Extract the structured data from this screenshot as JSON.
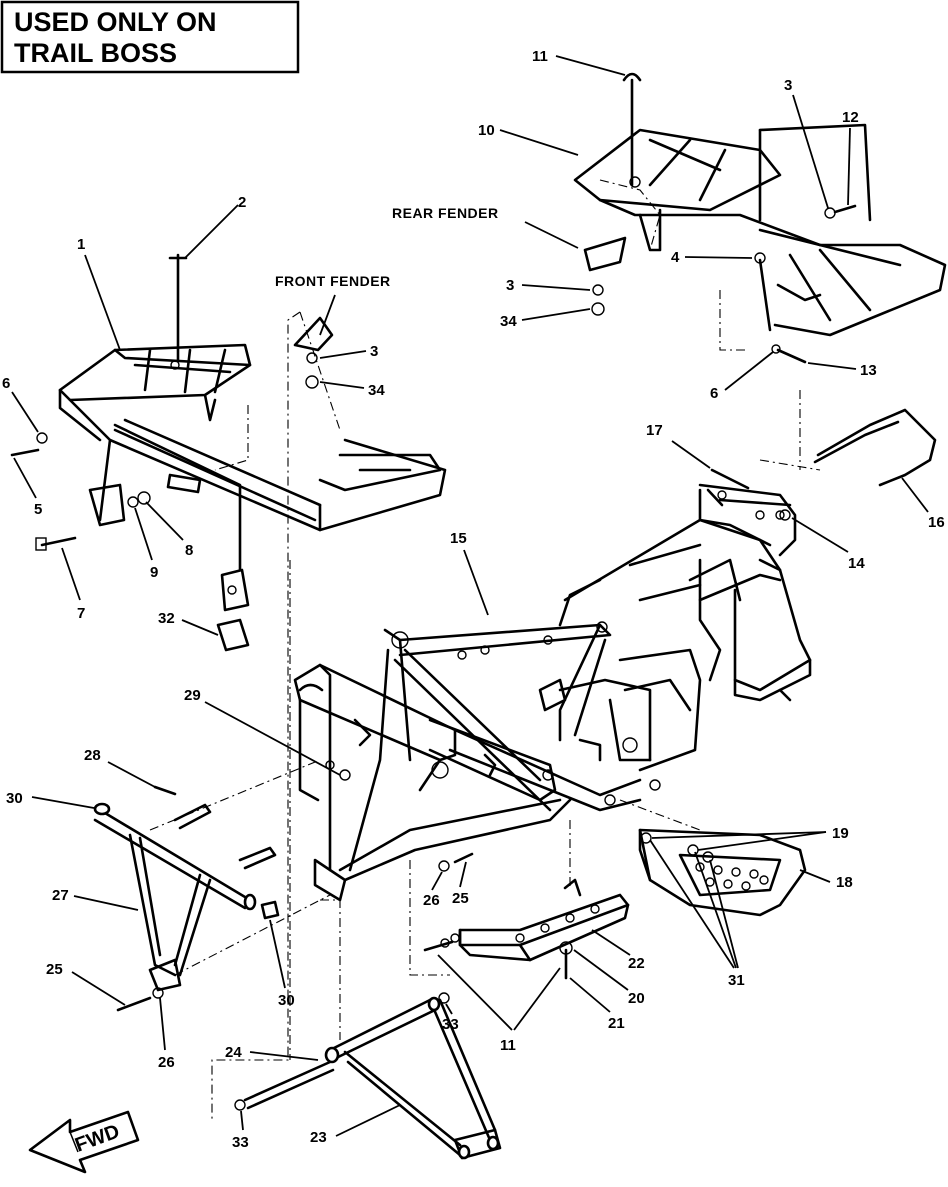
{
  "title_box": {
    "line1": "USED ONLY ON",
    "line2": "TRAIL BOSS"
  },
  "fwd_label": "FWD",
  "text_labels": {
    "rear_fender": "REAR FENDER",
    "front_fender": "FRONT FENDER"
  },
  "callouts": {
    "c1": "1",
    "c2": "2",
    "c3a": "3",
    "c3b": "3",
    "c3c": "3",
    "c4": "4",
    "c5": "5",
    "c6a": "6",
    "c6b": "6",
    "c7": "7",
    "c8": "8",
    "c9": "9",
    "c10": "10",
    "c11a": "11",
    "c11b": "11",
    "c12": "12",
    "c13": "13",
    "c14": "14",
    "c15": "15",
    "c16": "16",
    "c17": "17",
    "c18": "18",
    "c19": "19",
    "c20": "20",
    "c21": "21",
    "c22": "22",
    "c23": "23",
    "c24": "24",
    "c25a": "25",
    "c25b": "25",
    "c26a": "26",
    "c26b": "26",
    "c27": "27",
    "c28": "28",
    "c29": "29",
    "c30a": "30",
    "c30b": "30",
    "c31": "31",
    "c32": "32",
    "c33a": "33",
    "c33b": "33",
    "c34a": "34",
    "c34b": "34"
  }
}
